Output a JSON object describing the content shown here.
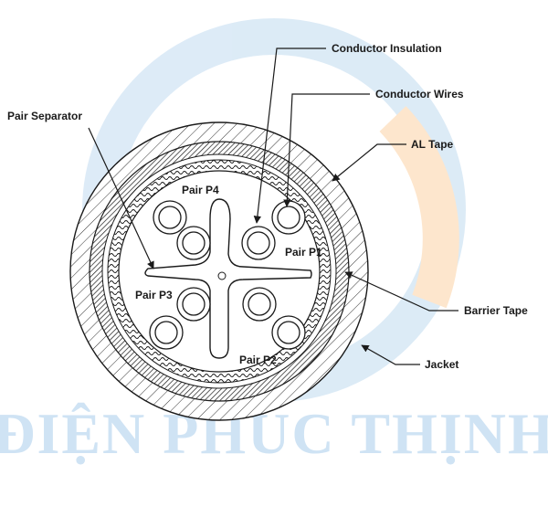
{
  "watermark": {
    "text": "ĐIỆN PHÚC THỊNH",
    "color_blue": "#cfe3f4",
    "color_orange": "#fde4c8"
  },
  "labels": {
    "conductor_insulation": "Conductor Insulation",
    "conductor_wires": "Conductor Wires",
    "pair_separator": "Pair Separator",
    "al_tape": "AL Tape",
    "barrier_tape": "Barrier Tape",
    "jacket": "Jacket",
    "pair_p1": "Pair P1",
    "pair_p2": "Pair P2",
    "pair_p3": "Pair P3",
    "pair_p4": "Pair P4"
  },
  "colors": {
    "line": "#1a1a1a",
    "background": "#ffffff"
  }
}
